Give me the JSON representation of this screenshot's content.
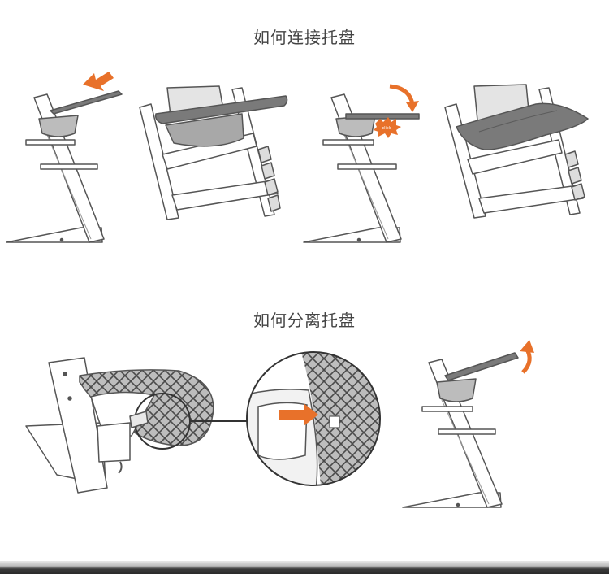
{
  "sections": {
    "connect": {
      "title": "如何连接托盘"
    },
    "separate": {
      "title": "如何分离托盘"
    }
  },
  "badge": {
    "text": "click"
  },
  "colors": {
    "line": "#555555",
    "tray_gray": "#7a7a7a",
    "tray_light": "#a8a8a8",
    "accent_orange": "#e8712a",
    "background": "#ffffff"
  }
}
